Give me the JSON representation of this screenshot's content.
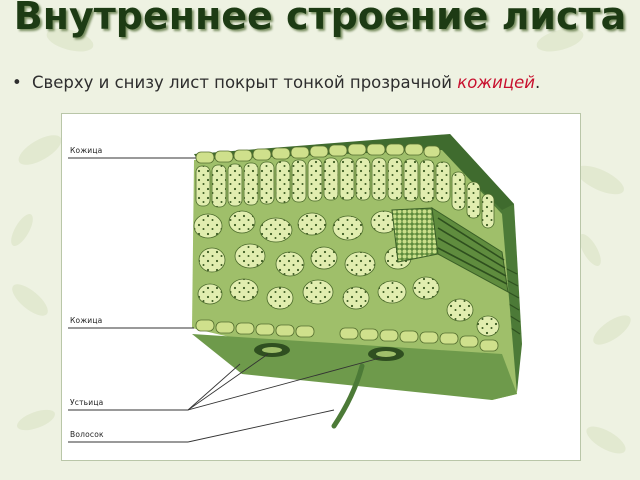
{
  "slide": {
    "title": "Внутреннее строение листа",
    "bullet_prefix": "Сверху и снизу лист покрыт тонкой прозрачной",
    "bullet_emphasis": "кожицей",
    "bullet_suffix": "."
  },
  "figure": {
    "labels": {
      "upper_epidermis": "Кожица",
      "lower_epidermis": "Кожица",
      "stomata": "Устьица",
      "hair": "Волосок"
    }
  },
  "colors": {
    "title": "#1d3b14",
    "emphasis": "#c8102e",
    "leaf_cell": "#dce9a8",
    "leaf_dark": "#3d6a2c",
    "leaf_mid": "#9bbd66"
  }
}
